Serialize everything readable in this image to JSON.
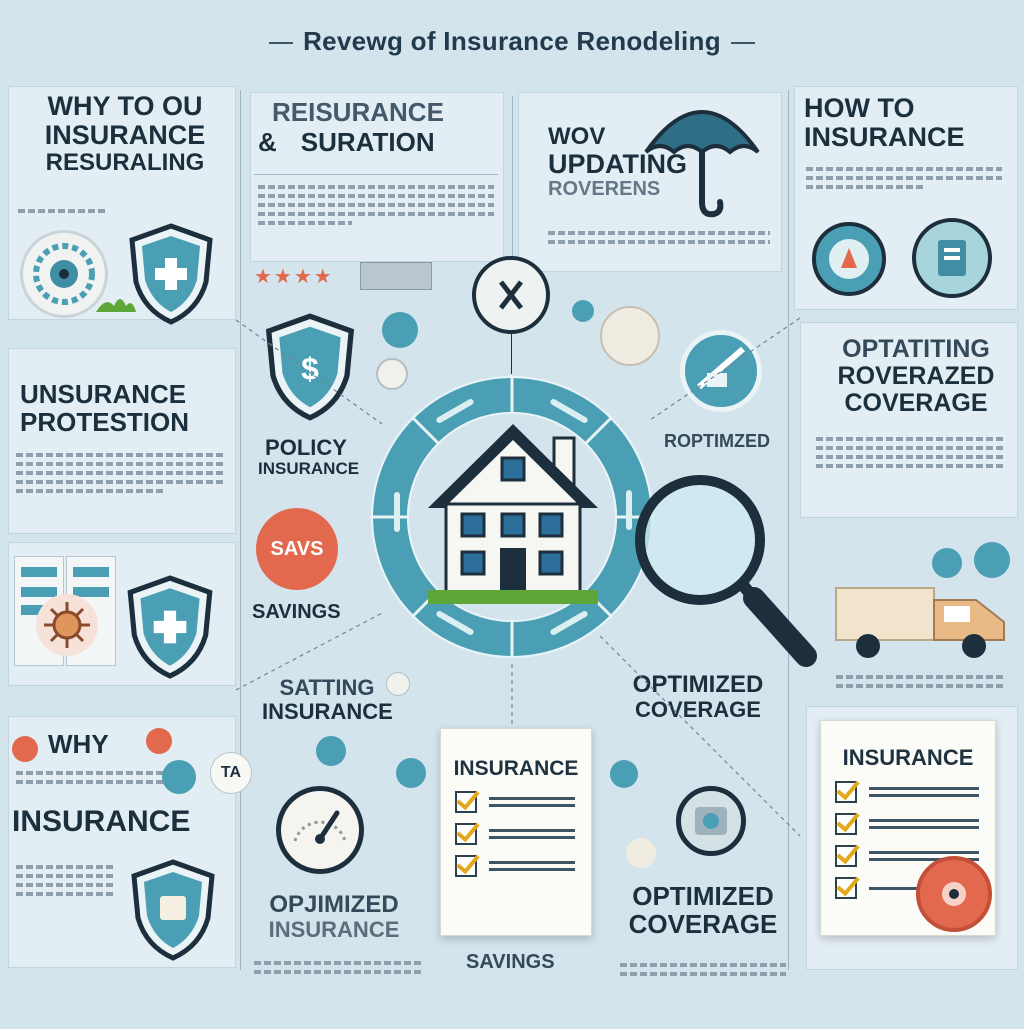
{
  "title": "Revewg of Insurance Renodeling",
  "sections": {
    "why_top": [
      "WHY TO OU",
      "INSURANCE",
      "RESURALING"
    ],
    "reinsurance": [
      "REISURANCE",
      "&",
      "SURATION"
    ],
    "wov": [
      "WOV",
      "UPDATING",
      "ROVERENS"
    ],
    "how_to": [
      "HOW TO",
      "INSURANCE"
    ],
    "unsurance": [
      "UNSURANCE",
      "PROTESTION"
    ],
    "optatiting": [
      "OPTATITING",
      "ROVERAZED",
      "COVERAGE"
    ],
    "why_bottom": [
      "WHY",
      "INSURANCE"
    ]
  },
  "labels": {
    "policy": [
      "POLICY",
      "INSURANCE"
    ],
    "savs": "SAVS",
    "savings_left": "SAVINGS",
    "satting": [
      "SATTING",
      "INSURANCE"
    ],
    "roptimzed": "ROPTIMZED",
    "optimized_mid": [
      "OPTIMIZED",
      "COVERAGE"
    ],
    "opjimized": [
      "OPJIMIZED",
      "INSURANCE"
    ],
    "savings_bottom": "SAVINGS",
    "optimized_bottom": [
      "OPTIMIZED",
      "COVERAGE"
    ],
    "ta": "TA"
  },
  "docs": {
    "center_title": "INSURANCE",
    "right_title": "INSURANCE"
  },
  "colors": {
    "background": "#d3e4ed",
    "teal": "#4a9fb4",
    "navy": "#1d2f3d",
    "coral": "#e2684e",
    "grass": "#5ea637"
  }
}
